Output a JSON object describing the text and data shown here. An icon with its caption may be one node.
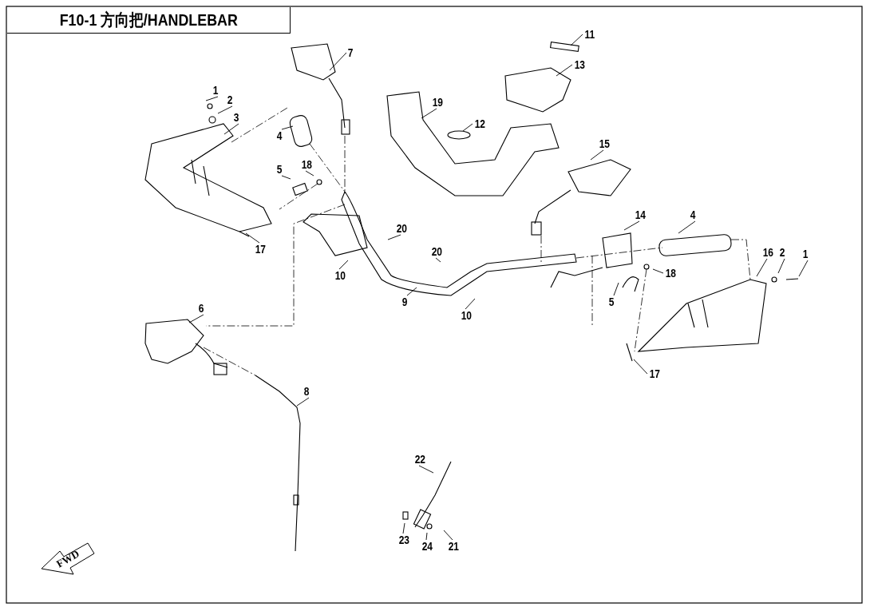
{
  "diagram": {
    "title": "F10-1 方向把/HANDLEBAR",
    "nodes": [
      {
        "text": [
          "11"
        ]
      },
      {
        "text": [
          "7"
        ]
      },
      {
        "text": [
          "13"
        ]
      },
      {
        "text": [
          "1"
        ]
      },
      {
        "text": [
          "2"
        ]
      },
      {
        "text": [
          "19"
        ]
      },
      {
        "text": [
          "3"
        ]
      },
      {
        "text": [
          "12"
        ]
      },
      {
        "text": [
          "4"
        ]
      },
      {
        "text": [
          "15"
        ]
      },
      {
        "text": [
          "18"
        ]
      },
      {
        "text": [
          "5"
        ]
      },
      {
        "text": [
          "4"
        ]
      },
      {
        "text": [
          "14"
        ]
      },
      {
        "text": [
          "20"
        ]
      },
      {
        "text": [
          "17"
        ]
      },
      {
        "text": [
          "20"
        ]
      },
      {
        "text": [
          "16"
        ]
      },
      {
        "text": [
          "2"
        ]
      },
      {
        "text": [
          "1"
        ]
      },
      {
        "text": [
          "10"
        ]
      },
      {
        "text": [
          "18"
        ]
      },
      {
        "text": [
          "9"
        ]
      },
      {
        "text": [
          "5"
        ]
      },
      {
        "text": [
          "10"
        ]
      },
      {
        "text": [
          "6"
        ]
      },
      {
        "text": [
          "17"
        ]
      },
      {
        "text": [
          "8"
        ]
      },
      {
        "text": [
          "22"
        ]
      },
      {
        "text": [
          "23"
        ]
      },
      {
        "text": [
          "24"
        ]
      },
      {
        "text": [
          "21"
        ]
      }
    ],
    "edges": [
      {
        "from": 0,
        "to": null,
        "arrow": "none"
      },
      {
        "from": 1,
        "to": null,
        "arrow": "none"
      },
      {
        "from": 2,
        "to": null,
        "arrow": "none"
      },
      {
        "from": 3,
        "to": null,
        "arrow": "none"
      },
      {
        "from": 4,
        "to": null,
        "arrow": "none"
      },
      {
        "from": 5,
        "to": null,
        "arrow": "none"
      },
      {
        "from": 6,
        "to": null,
        "arrow": "none"
      },
      {
        "from": 7,
        "to": null,
        "arrow": "none"
      },
      {
        "from": 8,
        "to": null,
        "arrow": "none"
      },
      {
        "from": 9,
        "to": null,
        "arrow": "none"
      },
      {
        "from": 10,
        "to": null,
        "arrow": "none"
      },
      {
        "from": 11,
        "to": null,
        "arrow": "none"
      },
      {
        "from": 12,
        "to": null,
        "arrow": "none"
      },
      {
        "from": 13,
        "to": null,
        "arrow": "none"
      },
      {
        "from": 14,
        "to": null,
        "arrow": "none"
      },
      {
        "from": 15,
        "to": null,
        "arrow": "none"
      },
      {
        "from": 16,
        "to": null,
        "arrow": "none"
      },
      {
        "from": 17,
        "to": null,
        "arrow": "none"
      },
      {
        "from": 18,
        "to": null,
        "arrow": "none"
      },
      {
        "from": 19,
        "to": null,
        "arrow": "none"
      },
      {
        "from": 20,
        "to": null,
        "arrow": "none"
      },
      {
        "from": 21,
        "to": null,
        "arrow": "none"
      },
      {
        "from": 22,
        "to": null,
        "arrow": "none"
      },
      {
        "from": 23,
        "to": null,
        "arrow": "none"
      },
      {
        "from": 24,
        "to": null,
        "arrow": "none"
      },
      {
        "from": 25,
        "to": null,
        "arrow": "none"
      },
      {
        "from": 26,
        "to": null,
        "arrow": "none"
      },
      {
        "from": 27,
        "to": null,
        "arrow": "none"
      },
      {
        "from": 28,
        "to": null,
        "arrow": "none"
      },
      {
        "from": 29,
        "to": null,
        "arrow": "none"
      },
      {
        "from": 30,
        "to": null,
        "arrow": "none"
      },
      {
        "from": 31,
        "to": null,
        "arrow": "none"
      }
    ],
    "labels": [
      "FWD"
    ]
  }
}
